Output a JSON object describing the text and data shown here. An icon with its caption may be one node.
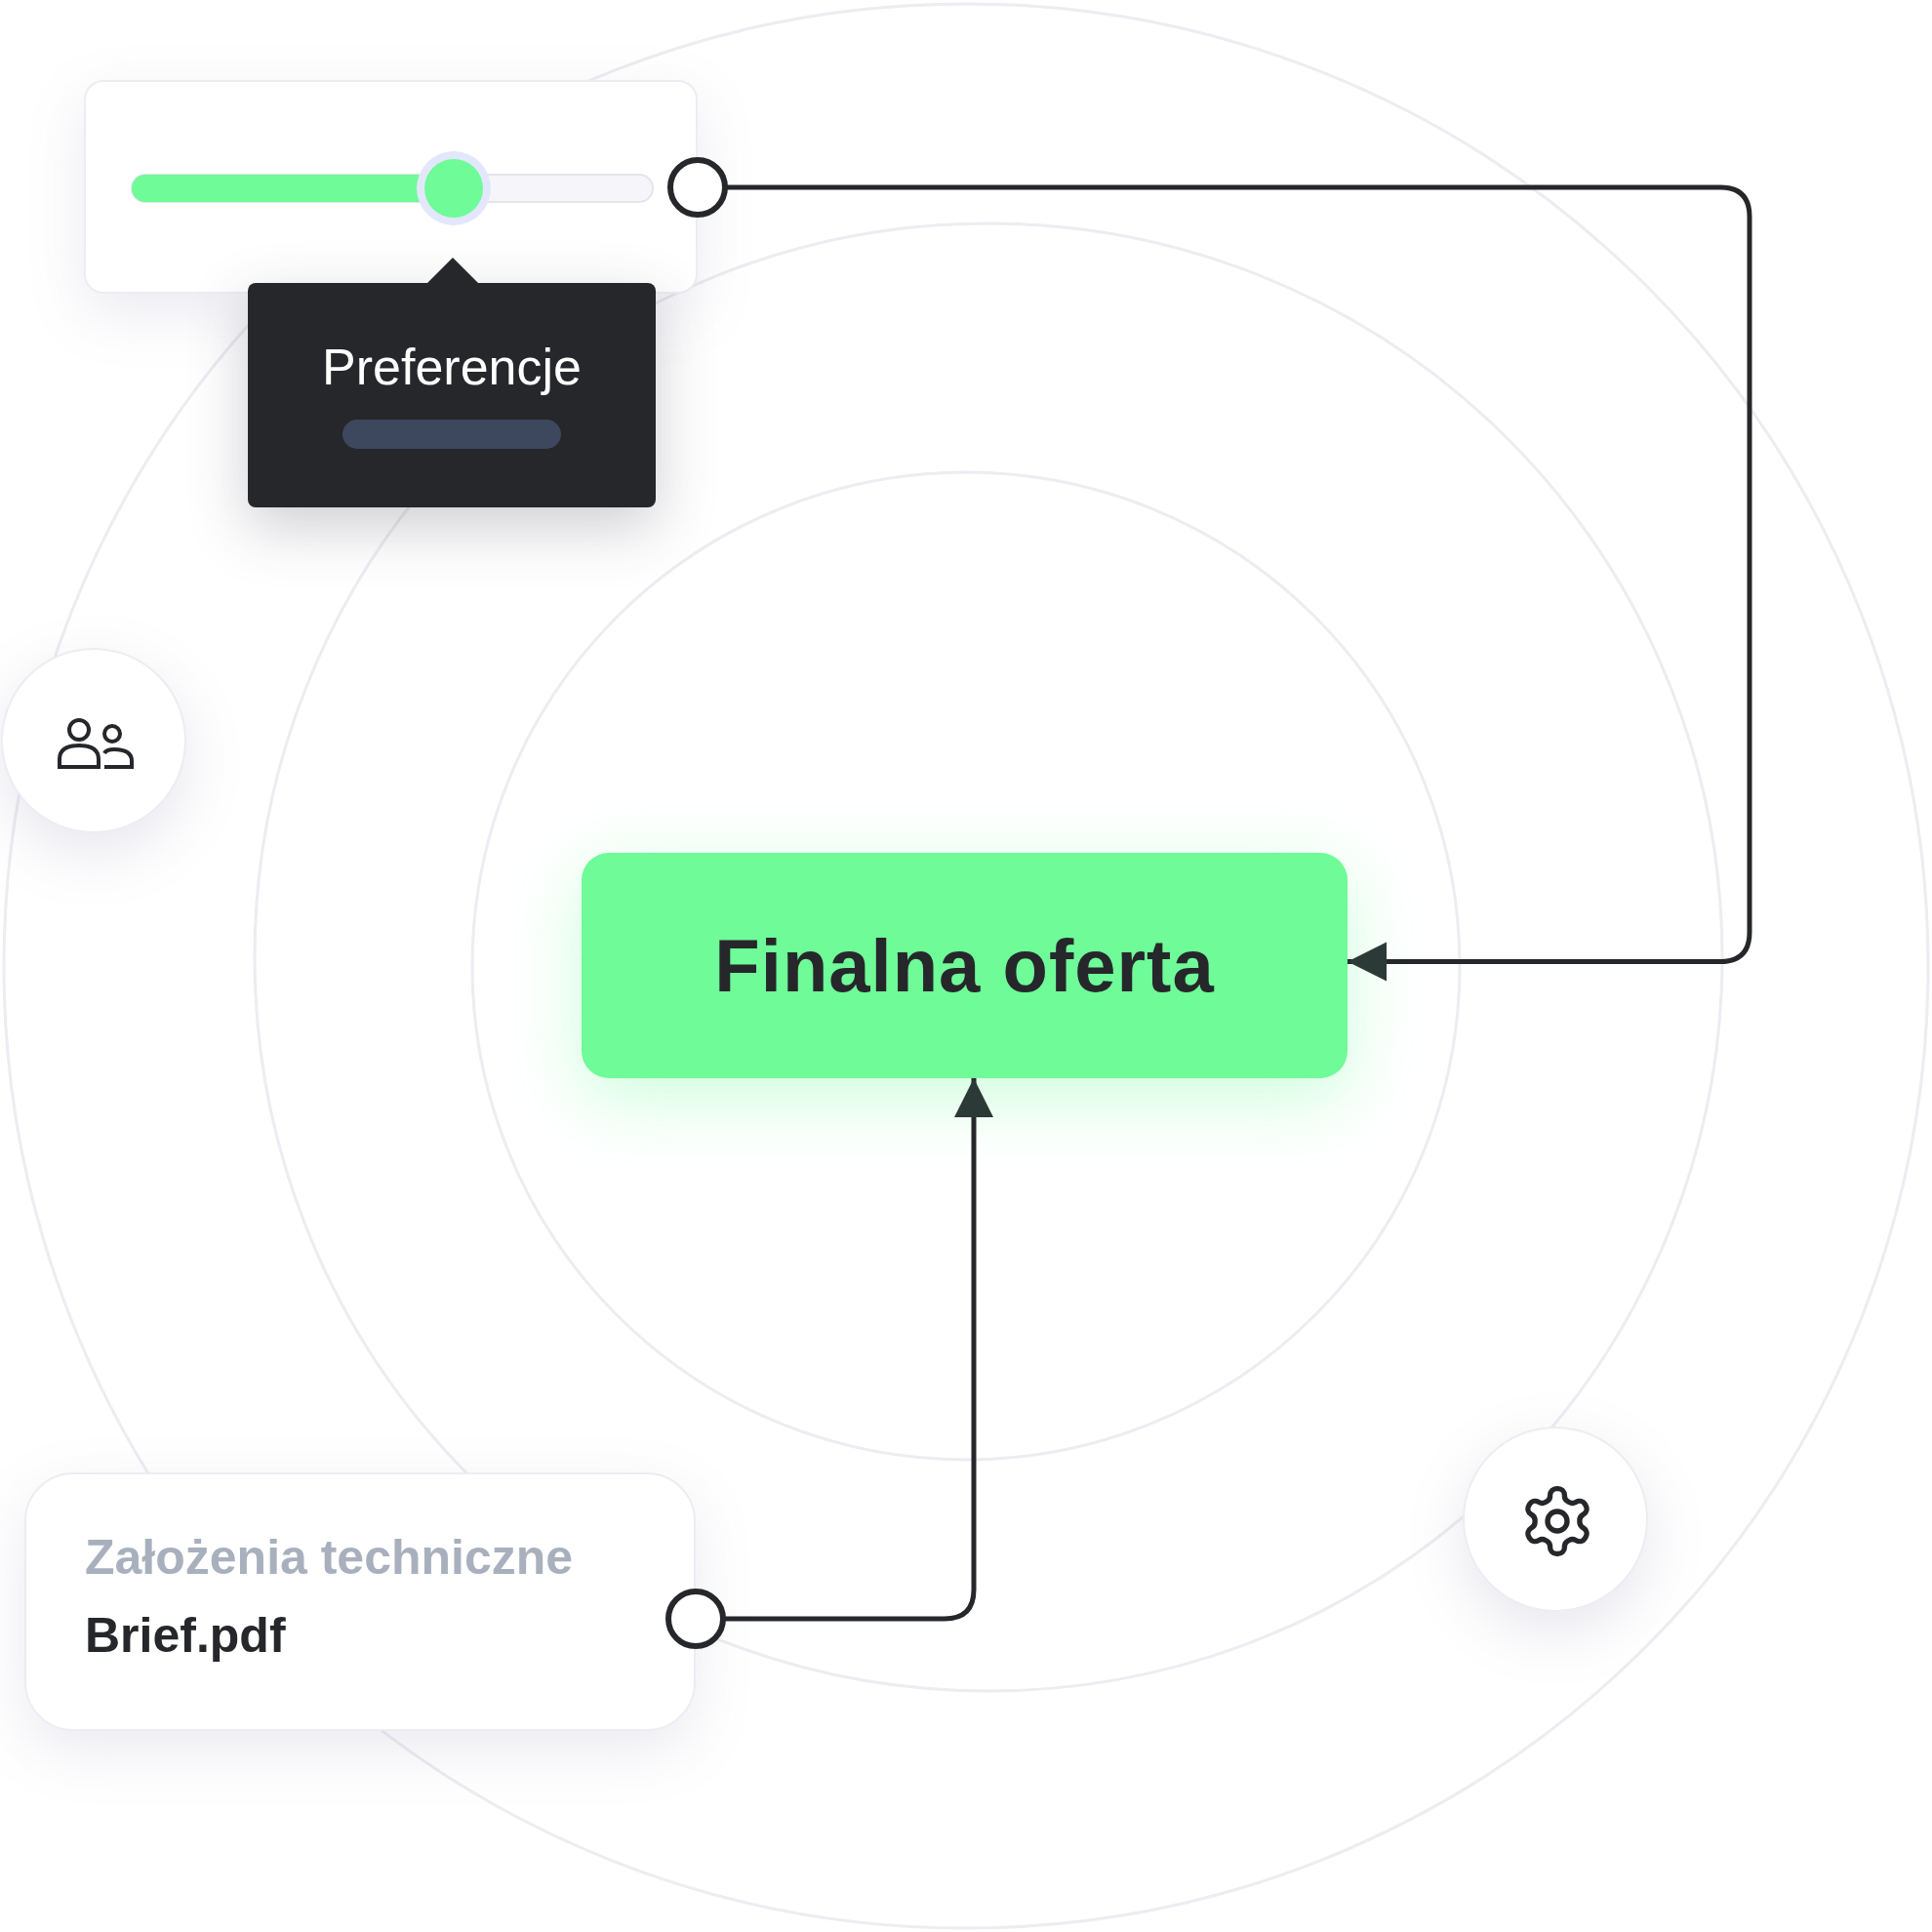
{
  "diagram": {
    "nodes": [
      {
        "text": [],
        "shape": "box"
      },
      {
        "text": [
          "Preferencje"
        ]
      },
      {
        "text": [],
        "shape": "circle"
      },
      {
        "text": [
          "Finalna oferta"
        ]
      },
      {
        "text": [],
        "shape": "circle"
      },
      {
        "text": [
          "Założenia techniczne",
          "Brief.pdf"
        ]
      }
    ],
    "edges": [
      {
        "from": 0,
        "to": 3,
        "arrow": "to"
      },
      {
        "from": 5,
        "to": 3,
        "arrow": "to"
      }
    ]
  }
}
